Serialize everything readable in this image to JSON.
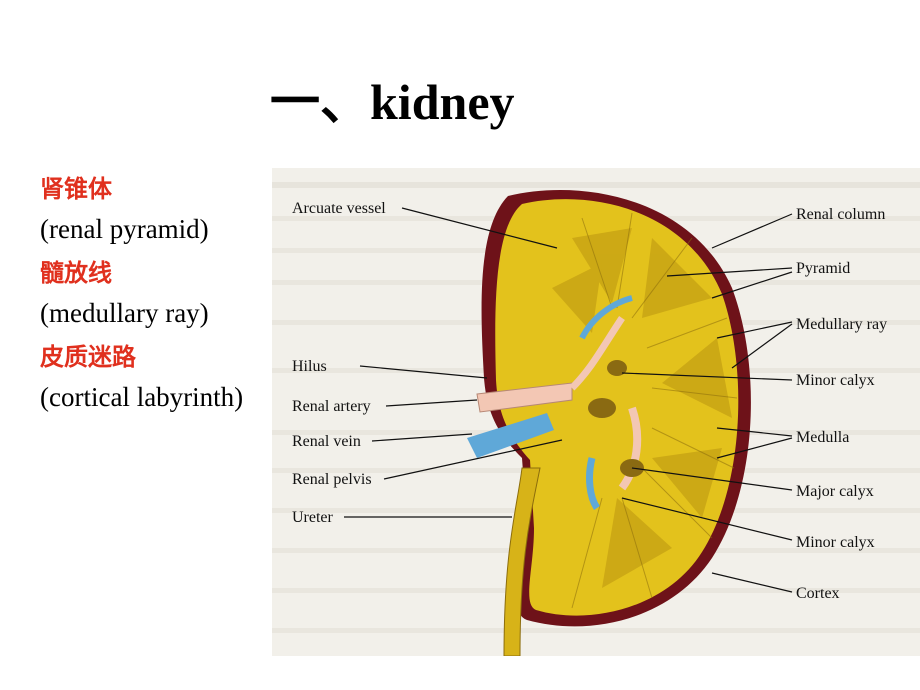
{
  "slide": {
    "title": "一、kidney"
  },
  "side_terms": [
    {
      "zh": "肾锥体",
      "en": "(renal pyramid)"
    },
    {
      "zh": "髓放线",
      "en": "(medullary ray)"
    },
    {
      "zh": "皮质迷路",
      "en": "(cortical labyrinth)"
    }
  ],
  "figure": {
    "labels_left": {
      "arcuate_vessel": "Arcuate vessel",
      "hilus": "Hilus",
      "renal_artery": "Renal artery",
      "renal_vein": "Renal vein",
      "renal_pelvis": "Renal pelvis",
      "ureter": "Ureter"
    },
    "labels_right": {
      "renal_column": "Renal column",
      "pyramid": "Pyramid",
      "medullary_ray": "Medullary ray",
      "minor_calyx_1": "Minor calyx",
      "medulla": "Medulla",
      "major_calyx": "Major calyx",
      "minor_calyx_2": "Minor calyx",
      "cortex": "Cortex"
    }
  },
  "colors": {
    "accent_red": "#e0301e",
    "kidney_yellow": "#e3c21c",
    "capsule_red": "#6e1219",
    "vein_blue": "#5fa8d8",
    "artery_pink": "#f3c7b4"
  }
}
